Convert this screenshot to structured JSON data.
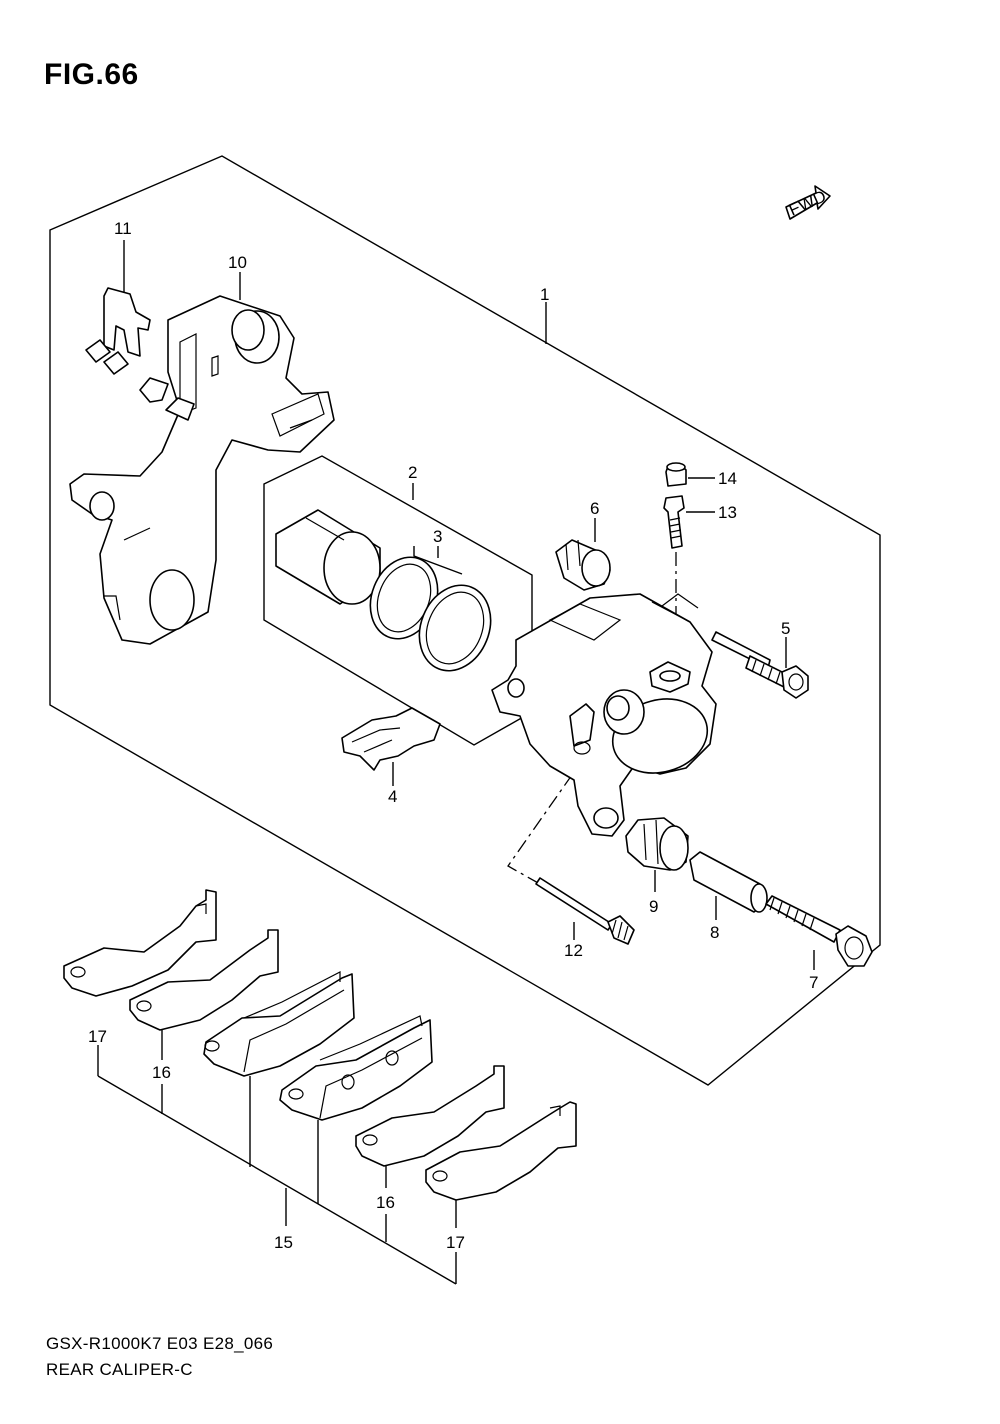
{
  "figure": {
    "title": "FIG.66"
  },
  "fwd_badge": {
    "label": "FWD"
  },
  "callouts": {
    "c1": "1",
    "c2": "2",
    "c3": "3",
    "c4": "4",
    "c5": "5",
    "c6": "6",
    "c7": "7",
    "c8": "8",
    "c9": "9",
    "c10": "10",
    "c11": "11",
    "c12": "12",
    "c13": "13",
    "c14": "14",
    "c15": "15",
    "c16a": "16",
    "c16b": "16",
    "c17a": "17",
    "c17b": "17"
  },
  "footer": {
    "model_code": "GSX-R1000K7 E03 E28_066",
    "section_name": "REAR CALIPER-C"
  }
}
